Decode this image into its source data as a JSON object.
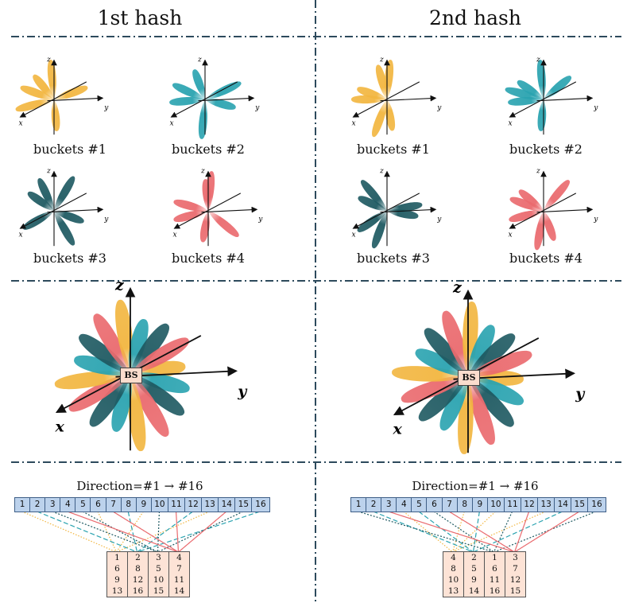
{
  "columns": [
    {
      "title": "1st hash",
      "buckets": [
        "buckets #1",
        "buckets #2",
        "buckets #3",
        "buckets #4"
      ],
      "bs_label": "BS",
      "direction_label": "Direction=#1 → #16",
      "beam_indices": [
        "1",
        "2",
        "3",
        "4",
        "5",
        "6",
        "7",
        "8",
        "9",
        "10",
        "11",
        "12",
        "13",
        "14",
        "15",
        "16"
      ],
      "bucket_table": [
        [
          "1",
          "6",
          "9",
          "13"
        ],
        [
          "2",
          "8",
          "12",
          "16"
        ],
        [
          "3",
          "5",
          "10",
          "15"
        ],
        [
          "4",
          "7",
          "11",
          "14"
        ]
      ]
    },
    {
      "title": "2nd hash",
      "buckets": [
        "buckets #1",
        "buckets #2",
        "buckets #3",
        "buckets #4"
      ],
      "bs_label": "BS",
      "direction_label": "Direction=#1 → #16",
      "beam_indices": [
        "1",
        "2",
        "3",
        "4",
        "5",
        "6",
        "7",
        "8",
        "9",
        "10",
        "11",
        "12",
        "13",
        "14",
        "15",
        "16"
      ],
      "bucket_table": [
        [
          "4",
          "8",
          "10",
          "13"
        ],
        [
          "2",
          "5",
          "9",
          "14"
        ],
        [
          "1",
          "6",
          "11",
          "16"
        ],
        [
          "3",
          "7",
          "12",
          "15"
        ]
      ]
    }
  ],
  "axes": {
    "x": "x",
    "y": "y",
    "z": "z"
  },
  "colors": {
    "bucket1": "#f2b640",
    "bucket2": "#2aa3b0",
    "bucket3": "#1f5a62",
    "bucket4": "#ea6a6e",
    "divider": "#2d4a5c",
    "strip_fill": "#bcd2ec",
    "table_fill": "#fde3d6"
  }
}
